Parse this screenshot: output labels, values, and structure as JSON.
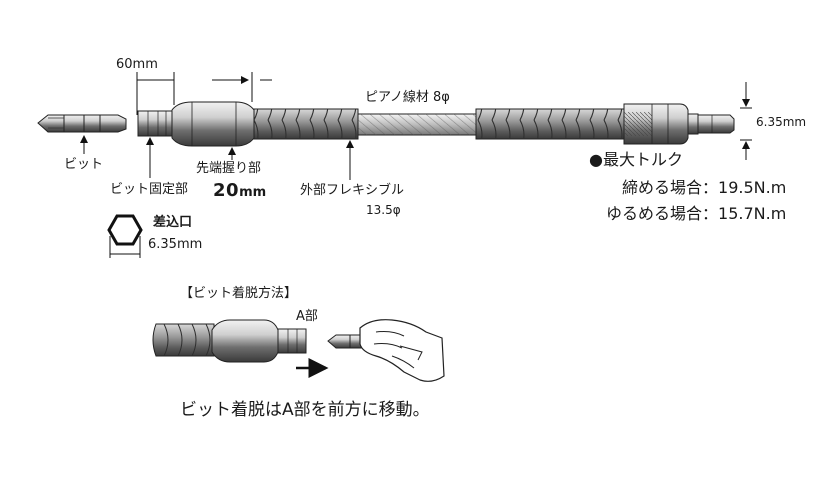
{
  "dims": {
    "bit_holder_length": "60mm",
    "tip_length_value": "20",
    "tip_length_unit": "mm",
    "shank_size": "6.35mm"
  },
  "labels": {
    "piano_wire": "ピアノ線材 8φ",
    "bit": "ビット",
    "bit_holder": "ビット固定部",
    "tip_grip": "先端握り部",
    "outer_flexible": "外部フレキシブル",
    "outer_flexible_dia": "13.5φ",
    "insert_opening": "差込口",
    "insert_size": "6.35mm"
  },
  "torque": {
    "title": "●最大トルク",
    "tighten_label": "締める場合",
    "tighten_value": "19.5N.m",
    "loosen_label": "ゆるめる場合",
    "loosen_value": "15.7N.m"
  },
  "howto": {
    "title": "【ビット着脱方法】",
    "part_a": "A部",
    "caption": "ビット着脱はA部を前方に移動。"
  }
}
